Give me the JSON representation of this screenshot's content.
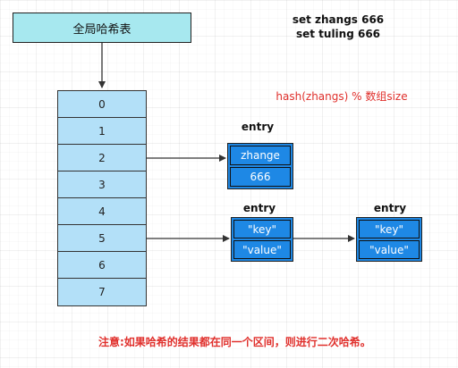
{
  "global_hash_table": {
    "label": "全局哈希表",
    "fill_color": "#a7e8ef"
  },
  "commands": {
    "line1": "set zhangs 666",
    "line2": "set tuling 666"
  },
  "formula": "hash(zhangs) % 数组size",
  "hash_array": {
    "slot_color": "#b3e0f8",
    "slots": [
      "0",
      "1",
      "2",
      "3",
      "4",
      "5",
      "6",
      "7"
    ]
  },
  "entries": [
    {
      "label": "entry",
      "key": "zhange",
      "value": "666"
    },
    {
      "label": "entry",
      "key": "\"key\"",
      "value": "\"value\""
    },
    {
      "label": "entry",
      "key": "\"key\"",
      "value": "\"value\""
    }
  ],
  "entry_color": "#1e88e5",
  "note": "注意:如果哈希的结果都在同一个区间，则进行二次哈希。",
  "accent_color": "#e0302c"
}
